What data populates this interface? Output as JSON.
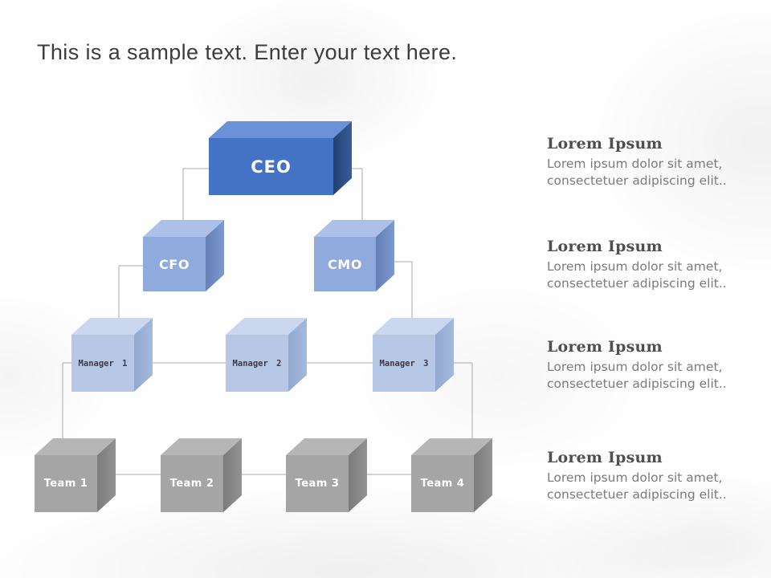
{
  "title": "This is a sample text. Enter your text here.",
  "org_chart": {
    "ceo": {
      "label": "CEO"
    },
    "executives": [
      {
        "label": "CFO"
      },
      {
        "label": "CMO"
      }
    ],
    "managers": [
      {
        "label": "Manager 1"
      },
      {
        "label": "Manager 2"
      },
      {
        "label": "Manager 3"
      }
    ],
    "teams": [
      {
        "label": "Team 1"
      },
      {
        "label": "Team 2"
      },
      {
        "label": "Team 3"
      },
      {
        "label": "Team 4"
      }
    ]
  },
  "sections": [
    {
      "heading": "Lorem Ipsum",
      "body": "Lorem ipsum dolor sit amet, consectetuer adipiscing elit.."
    },
    {
      "heading": "Lorem Ipsum",
      "body": "Lorem ipsum dolor sit amet, consectetuer adipiscing elit.."
    },
    {
      "heading": "Lorem Ipsum",
      "body": "Lorem ipsum dolor sit amet, consectetuer adipiscing elit.."
    },
    {
      "heading": "Lorem Ipsum",
      "body": "Lorem ipsum dolor sit amet, consectetuer adipiscing elit.."
    }
  ],
  "colors": {
    "ceo_front": "#4472c4",
    "ceo_top": "#6b91d6",
    "ceo_side": "#2f5597",
    "exec_front": "#8faadc",
    "manager_front": "#b7c7e6",
    "team_front": "#a5a5a5",
    "connector": "#a9a9a9",
    "title_text": "#3d3d3d",
    "heading_text": "#4f4f4f",
    "body_text": "#7b7b7b"
  }
}
